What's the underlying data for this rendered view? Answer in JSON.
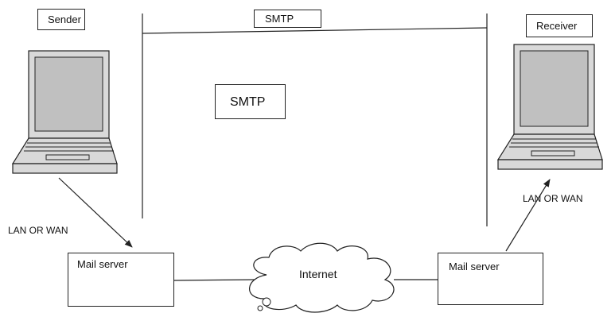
{
  "diagram": {
    "sender_label": "Sender",
    "receiver_label": "Receiver",
    "smtp_top_label": "SMTP",
    "smtp_center_label": "SMTP",
    "lan_wan_left": "LAN OR WAN",
    "lan_wan_right": "LAN OR WAN",
    "mail_server_left": "Mail server",
    "mail_server_right": "Mail server",
    "internet_label": "Internet"
  }
}
